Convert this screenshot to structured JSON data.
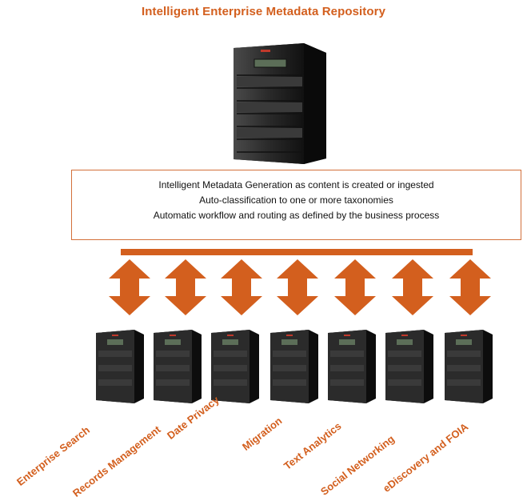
{
  "title": "Intelligent Enterprise Metadata Repository",
  "description_lines": [
    "Intelligent Metadata Generation as content is created or ingested",
    "Auto-classification to one or more taxonomies",
    "Automatic workflow and routing as defined by the business process"
  ],
  "systems": [
    "Enterprise Search",
    "Records Management",
    "Date Privacy",
    "Migration",
    "Text Analytics",
    "Social Networking",
    "eDiscovery and FOIA"
  ],
  "colors": {
    "accent": "#d35f1e",
    "server_body": "#1e1e1e",
    "server_light": "#3a3a3a",
    "screen": "#5c6e58",
    "badge": "#c0392b"
  },
  "icons": {
    "repository": "server-tower-icon",
    "connector": "double-arrow-icon",
    "system": "server-icon"
  }
}
